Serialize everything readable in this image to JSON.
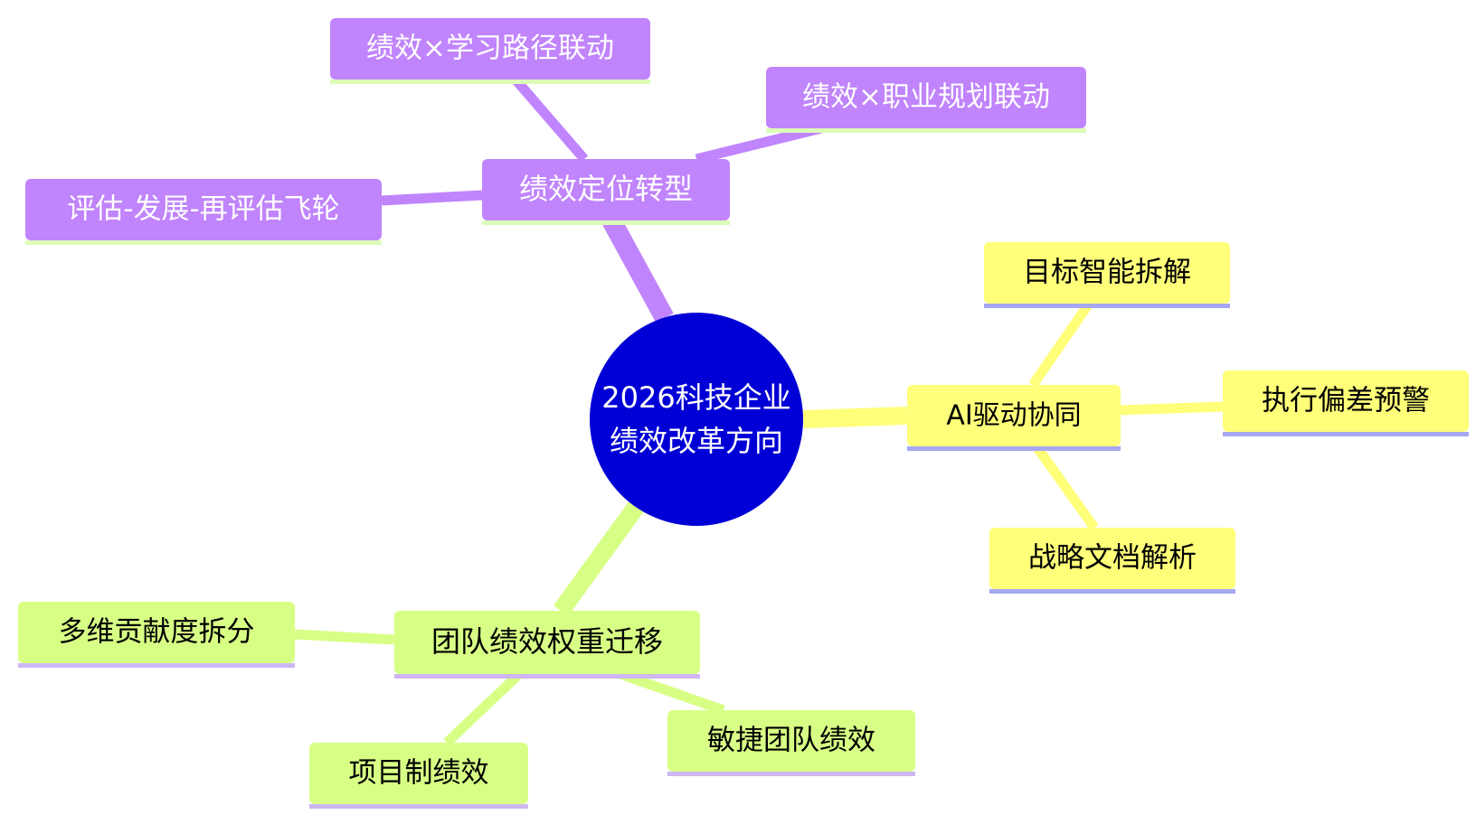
{
  "colors": {
    "root_fill": "#0000d6",
    "root_text": "#ffffff",
    "purple_fill": "#c084fc",
    "purple_text": "#ffffff",
    "purple_underline": "#dcfcb8",
    "purple_edge": "#c084fc",
    "yellow_fill": "#ffff7a",
    "yellow_text": "#000000",
    "yellow_underline": "#a5a8f0",
    "yellow_edge": "#ffff7a",
    "green_fill": "#d8ff85",
    "green_text": "#000000",
    "green_underline": "#cdb6f2",
    "green_edge": "#d8ff85"
  },
  "root": {
    "line1": "2026科技企业",
    "line2": "绩效改革方向"
  },
  "branches": [
    {
      "id": "positioning",
      "label": "绩效定位转型",
      "theme": "purple",
      "children": [
        {
          "id": "learning",
          "label": "绩效×学习路径联动"
        },
        {
          "id": "career",
          "label": "绩效×职业规划联动"
        },
        {
          "id": "flywheel",
          "label": "评估-发展-再评估飞轮"
        }
      ]
    },
    {
      "id": "ai",
      "label": "AI驱动协同",
      "theme": "yellow",
      "children": [
        {
          "id": "goal",
          "label": "目标智能拆解"
        },
        {
          "id": "deviation",
          "label": "执行偏差预警"
        },
        {
          "id": "strategy",
          "label": "战略文档解析"
        }
      ]
    },
    {
      "id": "team",
      "label": "团队绩效权重迁移",
      "theme": "green",
      "children": [
        {
          "id": "contribution",
          "label": "多维贡献度拆分"
        },
        {
          "id": "project",
          "label": "项目制绩效"
        },
        {
          "id": "agile",
          "label": "敏捷团队绩效"
        }
      ]
    }
  ]
}
